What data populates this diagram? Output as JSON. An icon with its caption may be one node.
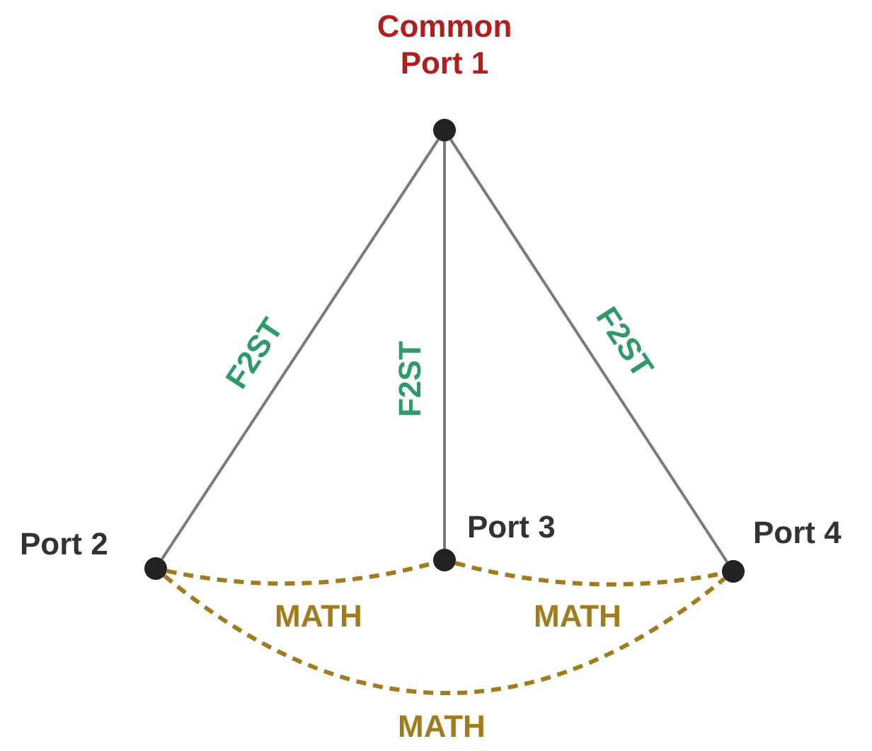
{
  "diagram": {
    "nodes": [
      {
        "text": [
          "Common Port 1"
        ]
      },
      {
        "text": [
          "Port 2"
        ]
      },
      {
        "text": [
          "Port 3"
        ]
      },
      {
        "text": [
          "Port 4"
        ]
      }
    ],
    "edges": [
      {
        "from": 0,
        "to": 1,
        "arrow": "none",
        "label": "F2ST",
        "color": "#7a7a7a"
      },
      {
        "from": 0,
        "to": 2,
        "arrow": "none",
        "label": "F2ST",
        "color": "#7a7a7a"
      },
      {
        "from": 0,
        "to": 3,
        "arrow": "none",
        "label": "F2ST",
        "color": "#7a7a7a"
      },
      {
        "from": 1,
        "to": 2,
        "arrow": "none",
        "label": "MATH",
        "style": "dashed",
        "color": "#a07c1e"
      },
      {
        "from": 2,
        "to": 3,
        "arrow": "none",
        "label": "MATH",
        "style": "dashed",
        "color": "#a07c1e"
      },
      {
        "from": 1,
        "to": 3,
        "arrow": "none",
        "label": "MATH",
        "style": "dashed",
        "color": "#a07c1e"
      }
    ]
  }
}
